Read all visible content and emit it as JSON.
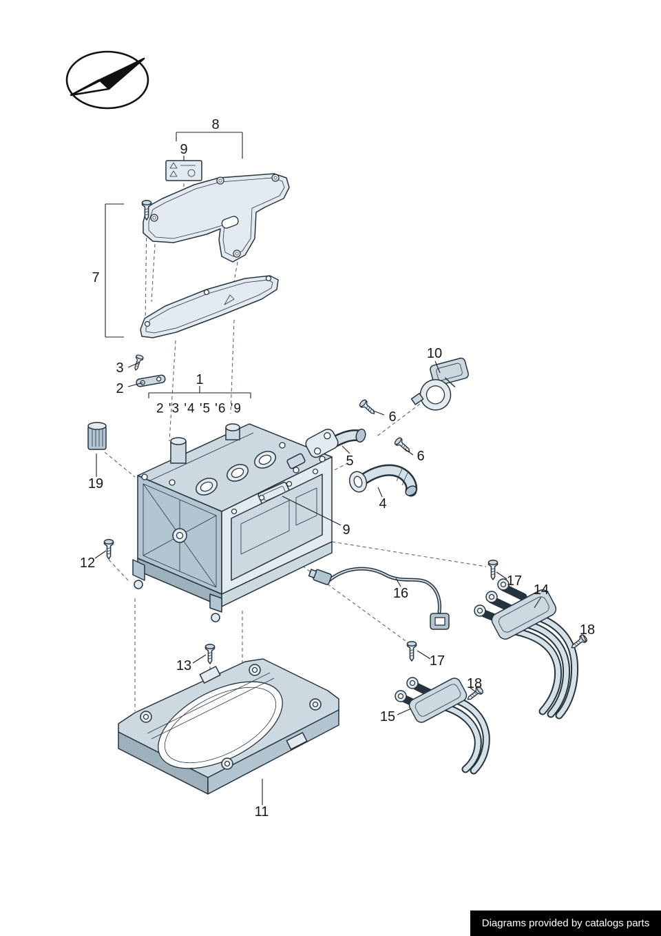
{
  "page": {
    "background": "#ffffff"
  },
  "logo": {
    "name": "catalogs-parts-logo"
  },
  "diagram": {
    "kind": "exploded-parts-diagram",
    "callouts": {
      "c8": "8",
      "c9_top": "9",
      "c7": "7",
      "c3": "3",
      "c2": "2",
      "c1": "1",
      "c1_group": "2 '3 '4 '5 '6 '9",
      "c10": "10",
      "c6_upper": "6",
      "c5": "5",
      "c6_lower": "6",
      "c4": "4",
      "c9_housing": "9",
      "c19": "19",
      "c12": "12",
      "c16": "16",
      "c17_upper": "17",
      "c14": "14",
      "c18_upper": "18",
      "c13": "13",
      "c17_lower": "17",
      "c18_lower": "18",
      "c15": "15",
      "c11": "11"
    }
  },
  "footer": {
    "text": "Diagrams provided by catalogs parts"
  },
  "colors": {
    "line": "#24333d",
    "fill_light": "#e3ebf0",
    "fill_mid": "#ccd9e1",
    "fill_dark": "#b3c5d0",
    "footer_bg": "#000000",
    "footer_text": "#ffffff"
  }
}
